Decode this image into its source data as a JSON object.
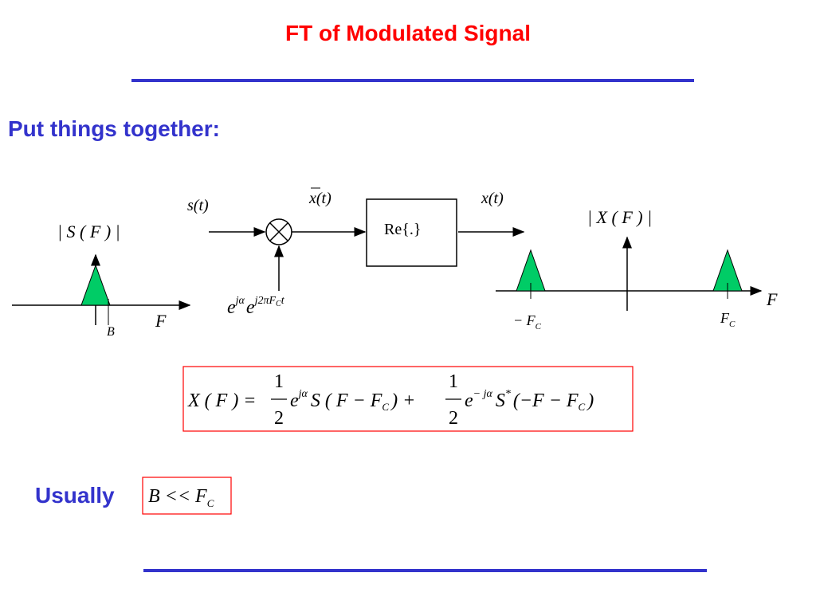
{
  "slide": {
    "title": "FT of Modulated Signal",
    "heading": "Put things together:",
    "usually_label": "Usually"
  },
  "diagram": {
    "baseband": {
      "magnitude_label": "| S ( F ) |",
      "bandwidth_label": "B",
      "freq_axis_label": "F"
    },
    "input_signal": "s(t)",
    "complex_signal": "x(t)",
    "output_signal": "x(t)",
    "real_part_block": "Re{.}",
    "carrier": {
      "base1": "e",
      "sup1": "jα",
      "base2": "e",
      "sup2": "j2πF",
      "sup2_sub": "C",
      "sup2_tail": "t"
    },
    "bandpass": {
      "magnitude_label": "| X ( F ) |",
      "freq_axis_label": "F",
      "neg_carrier_label": "− F",
      "pos_carrier_label": "F",
      "carrier_sub": "C"
    }
  },
  "equation": {
    "lhs": "X ( F ) =",
    "frac_num": "1",
    "frac_den": "2",
    "term1": {
      "e": "e",
      "exp": "jα",
      "body": "S ( F − F",
      "sub": "C",
      "close": ") +"
    },
    "term2": {
      "e": "e",
      "exp": "− jα",
      "body": "S",
      "star": "*",
      "args": "(−F − F",
      "sub": "C",
      "close": ")"
    }
  },
  "condition": {
    "text": "B << F",
    "sub": "C"
  },
  "colors": {
    "title": "#ff0000",
    "accent": "#3333cc",
    "spectrum_fill": "#00cc66",
    "box_border": "#ff0000"
  }
}
